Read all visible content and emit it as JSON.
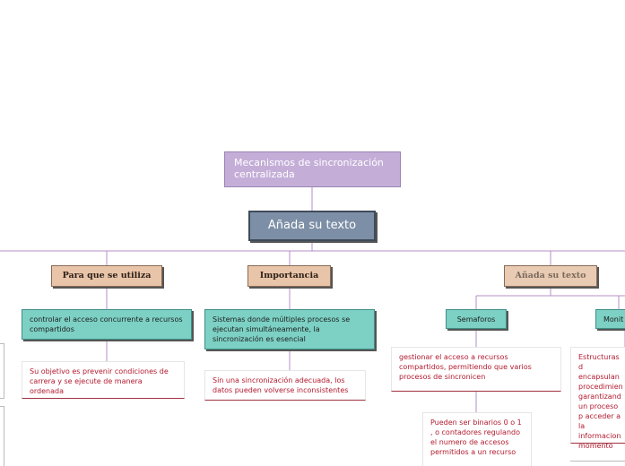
{
  "root": "Mecanismos de sincronización centralizada",
  "center": "Añada su texto",
  "categories": [
    {
      "label": "Para que se utiliza"
    },
    {
      "label": "Importancia"
    },
    {
      "label": "Añada su texto"
    }
  ],
  "col1": {
    "topic": "controlar el acceso concurrente a recursos compartidos",
    "detail": "Su objetivo es prevenir condiciones de carrera y se ejecute de manera ordenada"
  },
  "col2": {
    "topic": "Sistemas donde múltiples procesos se ejecutan simultáneamente, la sincronización es esencial",
    "detail": "Sin una sincronización adecuada, los datos pueden volverse inconsistentes"
  },
  "col3": {
    "semaforos": "Semaforos",
    "semaforos_detail": "gestionar el acceso a recursos compartidos, permitiendo que varios procesos de sincronicen",
    "semaforos_sub": "Pueden ser binarios 0 o 1 , o contadores regulando el numero de accesos permitidos a un recurso",
    "monitores": "Monit",
    "monitores_detail": "Estructuras d encapsulan procedimien garantizand un proceso p acceder a la informacion momento"
  }
}
